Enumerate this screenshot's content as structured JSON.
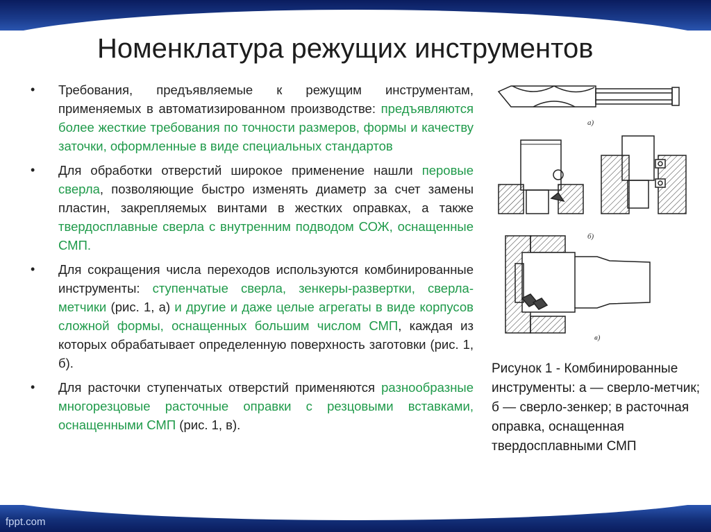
{
  "slide": {
    "title": "Номенклатура режущих инструментов",
    "footer_brand": "fppt.com"
  },
  "colors": {
    "accent_green": "#1f9a4a",
    "band_blue": "#1a3a8a",
    "text": "#222222"
  },
  "bullets": [
    {
      "segments": [
        {
          "text": "Требования, предъявляемые к режущим инструментам, применяемых в автоматизированном производстве: ",
          "accent": false
        },
        {
          "text": "предъявляются более жесткие требования по точности размеров, формы и качеству заточки, оформленные в виде специальных стандартов",
          "accent": true
        }
      ]
    },
    {
      "segments": [
        {
          "text": "Для обработки отверстий широкое применение нашли ",
          "accent": false
        },
        {
          "text": "перовые сверла",
          "accent": true
        },
        {
          "text": ", позволяющие быстро изменять диаметр за счет замены пластин, закрепляемых винтами в жестких оправках, а также ",
          "accent": false
        },
        {
          "text": "твердосплавные сверла с внутренним подводом СОЖ, оснащенные СМП.",
          "accent": true
        }
      ]
    },
    {
      "segments": [
        {
          "text": "Для сокращения числа переходов используются комбинированные инструменты: ",
          "accent": false
        },
        {
          "text": "ступенчатые сверла, зенкеры-развертки, сверла-метчики",
          "accent": true
        },
        {
          "text": " (рис. 1, а) ",
          "accent": false
        },
        {
          "text": "и другие и даже целые агрегаты в виде корпусов сложной формы, оснащенных большим числом СМП",
          "accent": true
        },
        {
          "text": ", каждая из которых обрабатывает определенную поверхность заготовки (рис. 1, б).",
          "accent": false
        }
      ]
    },
    {
      "segments": [
        {
          "text": "Для расточки ступенчатых отверстий применяются ",
          "accent": false
        },
        {
          "text": "разнообразные многорезцовые расточные оправки с резцовыми вставками, оснащенными СМП",
          "accent": true
        },
        {
          "text": " (рис. 1, в).",
          "accent": false
        }
      ]
    }
  ],
  "figure": {
    "label_a": "а)",
    "label_b": "б)",
    "label_c": "в)",
    "caption": "Рисунок 1 - Комбинированные инструменты: а — сверло-метчик; б — сверло-зенкер; в расточная оправка, оснащенная твердосплавными СМП"
  }
}
